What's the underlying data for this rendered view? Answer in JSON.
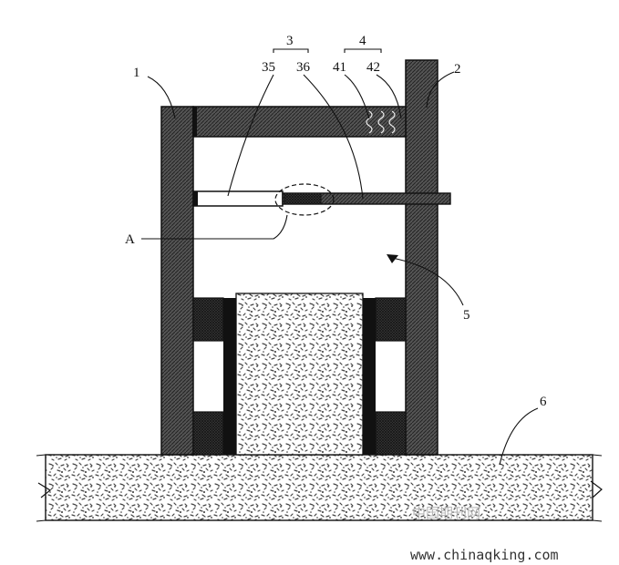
{
  "labels": {
    "l1": "1",
    "l2": "2",
    "l3": "3",
    "l4": "4",
    "l35": "35",
    "l36": "36",
    "l41": "41",
    "l42": "42",
    "lA": "A",
    "l5": "5",
    "l6": "6"
  },
  "watermark": {
    "cn": "中国期刊网",
    "url": "www.chinaqking.com"
  },
  "colors": {
    "stroke": "#111111",
    "wall": "#4a4a4a",
    "fill_dark": "#2b2b2b"
  }
}
